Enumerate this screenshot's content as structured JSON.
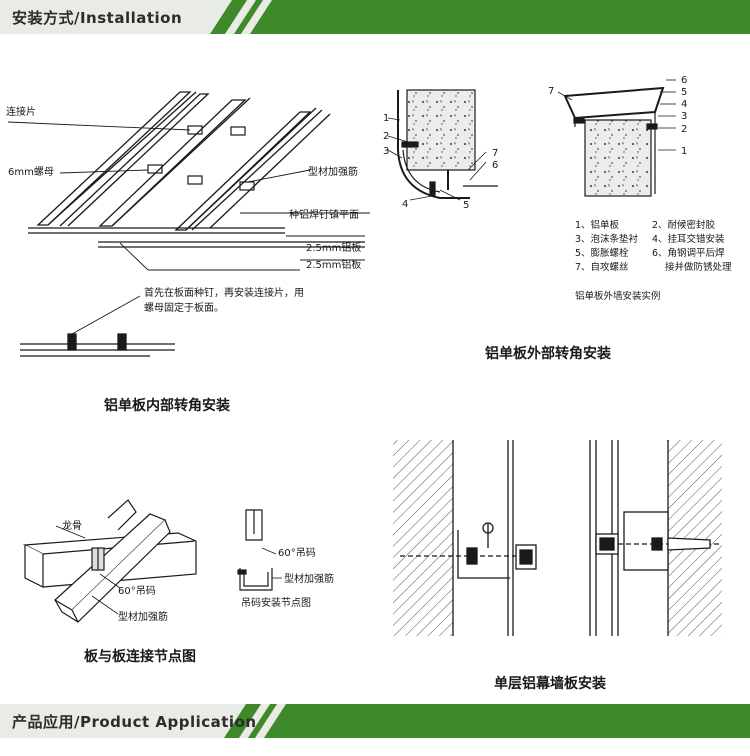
{
  "header": {
    "title": "安装方式/Installation"
  },
  "footer": {
    "title": "产品应用/Product Application"
  },
  "inner_corner": {
    "labels": {
      "connector": "连接片",
      "nut": "6mm螺母",
      "stiffener": "型材加强筋",
      "stud_weld": "种铝焊钉镇平面",
      "plate1": "2.5mm铝板",
      "plate2": "2.5mm铝板",
      "note_line1": "首先在板面种钉，再安装连接片，用",
      "note_line2": "螺母固定于板面。"
    },
    "caption": "铝单板内部转角安装"
  },
  "outer_corner": {
    "left_numbers": [
      "1",
      "2",
      "3",
      "4",
      "5",
      "6",
      "7"
    ],
    "right_numbers": [
      "1",
      "2",
      "3",
      "4",
      "5",
      "6",
      "7"
    ],
    "legend": [
      "1、铝单板",
      "2、耐候密封胶",
      "3、泡沫条垫衬",
      "4、挂耳交错安装",
      "5、膨胀螺栓",
      "6、角钢调平后焊",
      "7、自攻螺丝",
      "接并做防锈处理"
    ],
    "example_label": "铝单板外墙安装实例",
    "caption": "铝单板外部转角安装"
  },
  "panel_joint": {
    "labels": {
      "keel": "龙骨",
      "hanger1": "60°吊码",
      "stiffener1": "型材加强筋",
      "hanger2": "60°吊码",
      "stiffener2": "型材加强筋",
      "hanger_detail": "吊码安装节点图"
    },
    "caption": "板与板连接节点图"
  },
  "curtain_wall": {
    "caption": "单层铝幕墙板安装"
  }
}
